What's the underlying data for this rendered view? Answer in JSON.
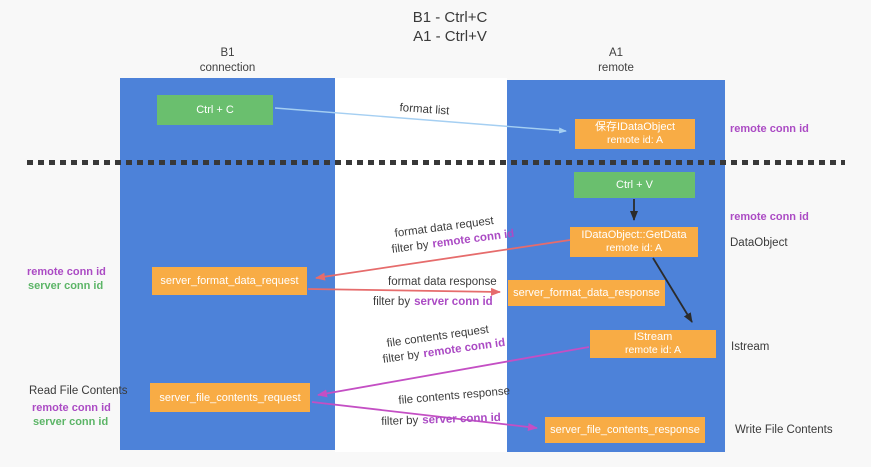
{
  "title": {
    "line1": "B1 - Ctrl+C",
    "line2": "A1 - Ctrl+V"
  },
  "lanes": {
    "b1": {
      "name": "B1",
      "subtitle": "connection"
    },
    "a1": {
      "name": "A1",
      "subtitle": "remote"
    }
  },
  "nodes": {
    "ctrl_c": {
      "label": "Ctrl + C"
    },
    "ctrl_v": {
      "label": "Ctrl + V"
    },
    "save_idataobject": {
      "line1": "保存IDataObject",
      "line2": "remote id: A"
    },
    "idataobject_getdata": {
      "line1": "IDataObject::GetData",
      "line2": "remote id: A"
    },
    "istream": {
      "line1": "IStream",
      "line2": "remote id: A"
    },
    "server_format_data_request": {
      "label": "server_format_data_request"
    },
    "server_format_data_response": {
      "label": "server_format_data_response"
    },
    "server_file_contents_request": {
      "label": "server_file_contents_request"
    },
    "server_file_contents_response": {
      "label": "server_file_contents_response"
    }
  },
  "edge_labels": {
    "format_list": "format list",
    "format_data_request": "format data request",
    "format_data_response": "format data response",
    "file_contents_request": "file contents request",
    "file_contents_response": "file contents response",
    "filter_by": "filter by",
    "remote_conn_id": "remote conn id",
    "server_conn_id": "server conn id"
  },
  "side_labels": {
    "remote_conn_id_right_top": "remote conn id",
    "remote_conn_id_right_mid": "remote conn id",
    "dataobject": "DataObject",
    "istream": "Istream",
    "write_file_contents": "Write File Contents",
    "remote_conn_id_left_mid": "remote conn id",
    "server_conn_id_left_mid": "server conn id",
    "read_file_contents": "Read File Contents",
    "remote_conn_id_left_bottom": "remote conn id",
    "server_conn_id_left_bottom": "server conn id"
  },
  "colors": {
    "lane_blue": "#4d82d9",
    "node_green": "#6abf6e",
    "node_orange": "#f8ac45",
    "arrow_lightblue": "#a5cff2",
    "arrow_red": "#e66c6c",
    "arrow_magenta": "#c44fc4",
    "arrow_black": "#2b2b2b",
    "label_purple": "#ab4bc4",
    "label_green": "#5cb567"
  }
}
